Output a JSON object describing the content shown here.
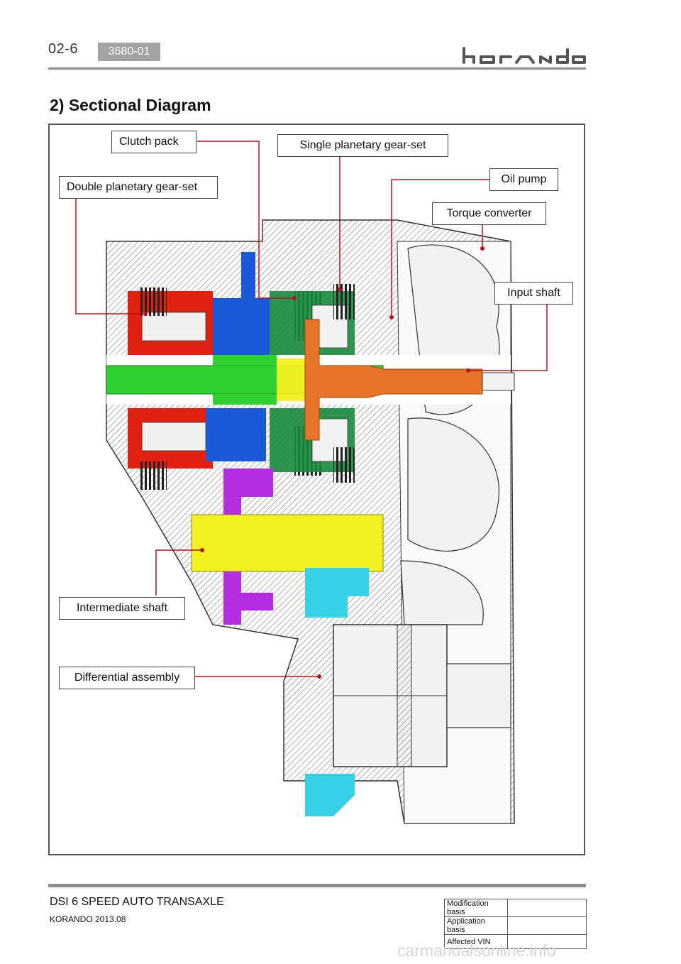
{
  "header": {
    "page_number": "02-6",
    "code_tab": "3680-01",
    "brand": "korando"
  },
  "section_title": "2) Sectional Diagram",
  "diagram": {
    "callouts": {
      "clutch_pack": "Clutch pack",
      "single_planetary": "Single planetary gear-set",
      "double_planetary": "Double planetary gear-set",
      "oil_pump": "Oil pump",
      "torque_converter": "Torque converter",
      "input_shaft": "Input shaft",
      "intermediate_shaft": "Intermediate shaft",
      "differential_assembly": "Differential assembly"
    },
    "colors": {
      "leader": "#c0101c",
      "red": "#e02010",
      "blue": "#1a5ad8",
      "green": "#2fd12f",
      "dark_green": "#168a3a",
      "yellow": "#f3f020",
      "orange": "#e8742a",
      "magenta": "#b52de0",
      "cyan": "#38d0e8",
      "hatch": "#7a7a7a"
    }
  },
  "footer": {
    "title": "DSI 6 SPEED AUTO TRANSAXLE",
    "model": "KORANDO 2013.08",
    "table": [
      {
        "label": "Modification basis",
        "value": ""
      },
      {
        "label": "Application basis",
        "value": ""
      },
      {
        "label": "Affected VIN",
        "value": ""
      }
    ]
  },
  "watermark": "carmanualsonline.info"
}
